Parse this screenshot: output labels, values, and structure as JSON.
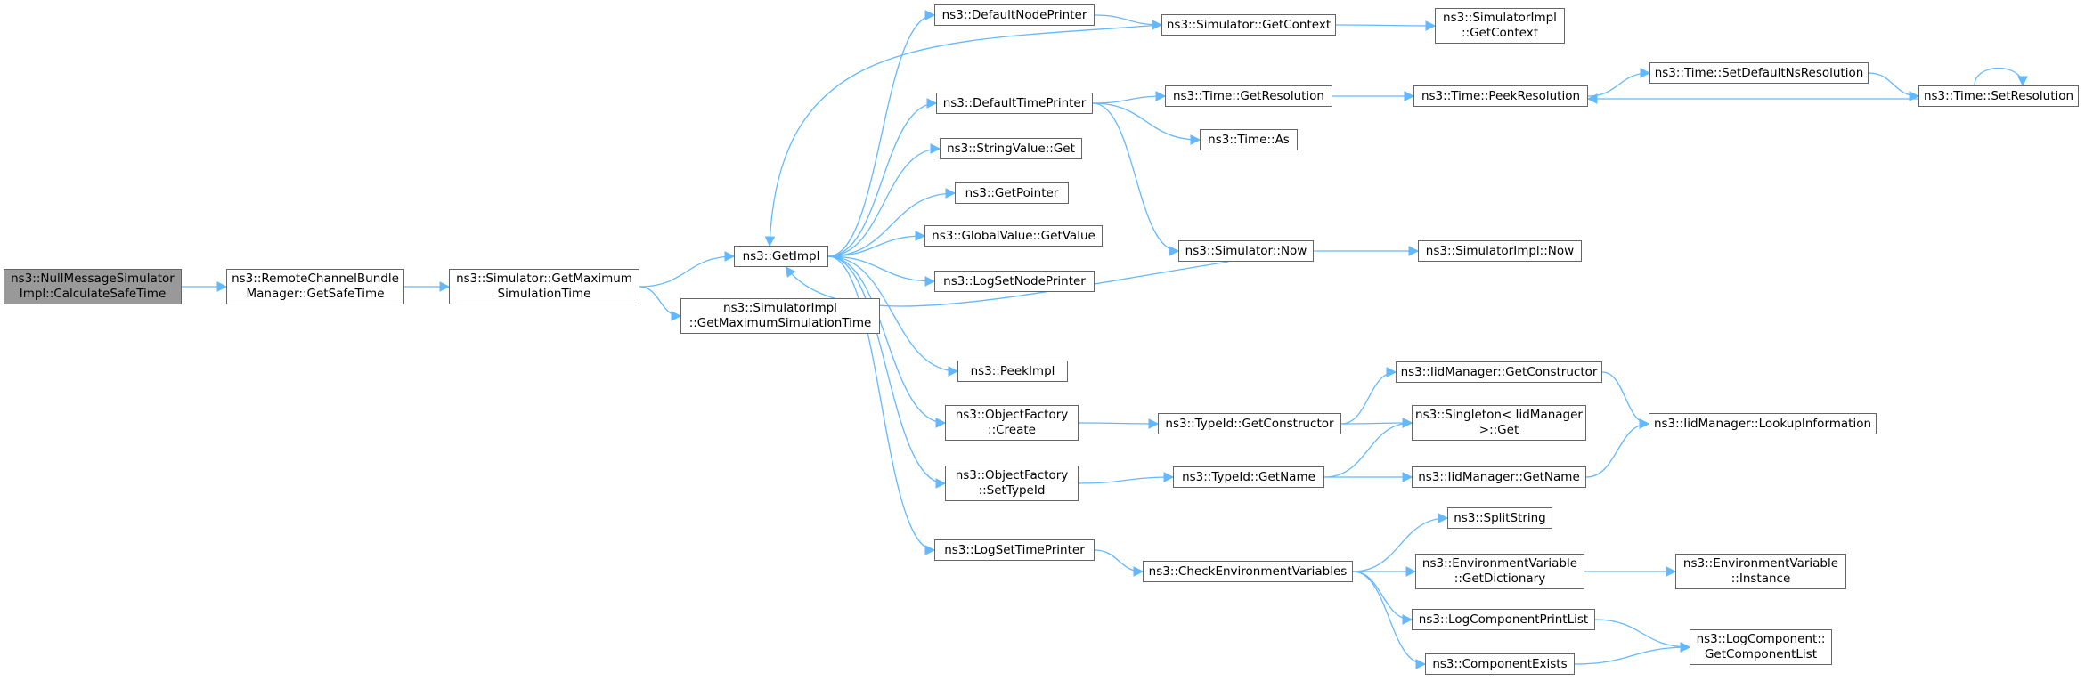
{
  "colors": {
    "edge": "#63b8ff",
    "node_border": "#666666",
    "root_fill": "#999999",
    "node_fill": "#ffffff"
  },
  "nodes": {
    "calculate_safe_time": [
      "ns3::NullMessageSimulator",
      "Impl::CalculateSafeTime"
    ],
    "get_safe_time": [
      "ns3::RemoteChannelBundle",
      "Manager::GetSafeTime"
    ],
    "simulator_get_max_sim_time": [
      "ns3::Simulator::GetMaximum",
      "SimulationTime"
    ],
    "get_impl": [
      "ns3::GetImpl"
    ],
    "simulatorimpl_get_max_sim_time": [
      "ns3::SimulatorImpl",
      "::GetMaximumSimulationTime"
    ],
    "default_node_printer": [
      "ns3::DefaultNodePrinter"
    ],
    "simulator_get_context": [
      "ns3::Simulator::GetContext"
    ],
    "simulatorimpl_get_context": [
      "ns3::SimulatorImpl",
      "::GetContext"
    ],
    "default_time_printer": [
      "ns3::DefaultTimePrinter"
    ],
    "time_get_resolution": [
      "ns3::Time::GetResolution"
    ],
    "time_peek_resolution": [
      "ns3::Time::PeekResolution"
    ],
    "time_set_default_ns_resolution": [
      "ns3::Time::SetDefaultNsResolution"
    ],
    "time_set_resolution": [
      "ns3::Time::SetResolution"
    ],
    "time_as": [
      "ns3::Time::As"
    ],
    "string_value_get": [
      "ns3::StringValue::Get"
    ],
    "get_pointer": [
      "ns3::GetPointer"
    ],
    "global_value_get_value": [
      "ns3::GlobalValue::GetValue"
    ],
    "simulator_now": [
      "ns3::Simulator::Now"
    ],
    "simulatorimpl_now": [
      "ns3::SimulatorImpl::Now"
    ],
    "log_set_node_printer": [
      "ns3::LogSetNodePrinter"
    ],
    "peek_impl": [
      "ns3::PeekImpl"
    ],
    "object_factory_create": [
      "ns3::ObjectFactory",
      "::Create"
    ],
    "typeid_get_constructor": [
      "ns3::TypeId::GetConstructor"
    ],
    "iidmanager_get_constructor": [
      "ns3::IidManager::GetConstructor"
    ],
    "iidmanager_lookup_information": [
      "ns3::IidManager::LookupInformation"
    ],
    "singleton_get": [
      "ns3::Singleton< IidManager",
      " >::Get"
    ],
    "object_factory_set_type_id": [
      "ns3::ObjectFactory",
      "::SetTypeId"
    ],
    "typeid_get_name": [
      "ns3::TypeId::GetName"
    ],
    "iidmanager_get_name": [
      "ns3::IidManager::GetName"
    ],
    "split_string": [
      "ns3::SplitString"
    ],
    "log_set_time_printer": [
      "ns3::LogSetTimePrinter"
    ],
    "check_environment_variables": [
      "ns3::CheckEnvironmentVariables"
    ],
    "env_var_get_dictionary": [
      "ns3::EnvironmentVariable",
      "::GetDictionary"
    ],
    "env_var_instance": [
      "ns3::EnvironmentVariable",
      "::Instance"
    ],
    "log_component_print_list": [
      "ns3::LogComponentPrintList"
    ],
    "log_component_get_component_list": [
      "ns3::LogComponent::",
      "GetComponentList"
    ],
    "component_exists": [
      "ns3::ComponentExists"
    ]
  },
  "edges": [
    [
      "calculate_safe_time",
      "get_safe_time"
    ],
    [
      "get_safe_time",
      "simulator_get_max_sim_time"
    ],
    [
      "simulator_get_max_sim_time",
      "get_impl"
    ],
    [
      "simulator_get_max_sim_time",
      "simulatorimpl_get_max_sim_time"
    ],
    [
      "get_impl",
      "default_node_printer"
    ],
    [
      "get_impl",
      "default_time_printer"
    ],
    [
      "get_impl",
      "string_value_get"
    ],
    [
      "get_impl",
      "get_pointer"
    ],
    [
      "get_impl",
      "global_value_get_value"
    ],
    [
      "get_impl",
      "log_set_node_printer"
    ],
    [
      "get_impl",
      "peek_impl"
    ],
    [
      "get_impl",
      "object_factory_create"
    ],
    [
      "get_impl",
      "object_factory_set_type_id"
    ],
    [
      "get_impl",
      "log_set_time_printer"
    ],
    [
      "default_node_printer",
      "simulator_get_context"
    ],
    [
      "simulator_get_context",
      "simulatorimpl_get_context"
    ],
    [
      "simulator_get_context",
      "get_impl"
    ],
    [
      "default_time_printer",
      "time_get_resolution"
    ],
    [
      "default_time_printer",
      "time_as"
    ],
    [
      "default_time_printer",
      "simulator_now"
    ],
    [
      "time_get_resolution",
      "time_peek_resolution"
    ],
    [
      "time_peek_resolution",
      "time_set_default_ns_resolution"
    ],
    [
      "time_set_default_ns_resolution",
      "time_set_resolution"
    ],
    [
      "time_set_resolution",
      "time_peek_resolution"
    ],
    [
      "time_set_resolution",
      "time_set_resolution"
    ],
    [
      "simulator_now",
      "simulatorimpl_now"
    ],
    [
      "simulator_now",
      "get_impl"
    ],
    [
      "object_factory_create",
      "typeid_get_constructor"
    ],
    [
      "typeid_get_constructor",
      "iidmanager_get_constructor"
    ],
    [
      "typeid_get_constructor",
      "singleton_get"
    ],
    [
      "iidmanager_get_constructor",
      "iidmanager_lookup_information"
    ],
    [
      "object_factory_set_type_id",
      "typeid_get_name"
    ],
    [
      "typeid_get_name",
      "singleton_get"
    ],
    [
      "typeid_get_name",
      "iidmanager_get_name"
    ],
    [
      "iidmanager_get_name",
      "iidmanager_lookup_information"
    ],
    [
      "log_set_time_printer",
      "check_environment_variables"
    ],
    [
      "check_environment_variables",
      "split_string"
    ],
    [
      "check_environment_variables",
      "env_var_get_dictionary"
    ],
    [
      "check_environment_variables",
      "log_component_print_list"
    ],
    [
      "check_environment_variables",
      "component_exists"
    ],
    [
      "env_var_get_dictionary",
      "env_var_instance"
    ],
    [
      "log_component_print_list",
      "log_component_get_component_list"
    ],
    [
      "component_exists",
      "log_component_get_component_list"
    ]
  ]
}
